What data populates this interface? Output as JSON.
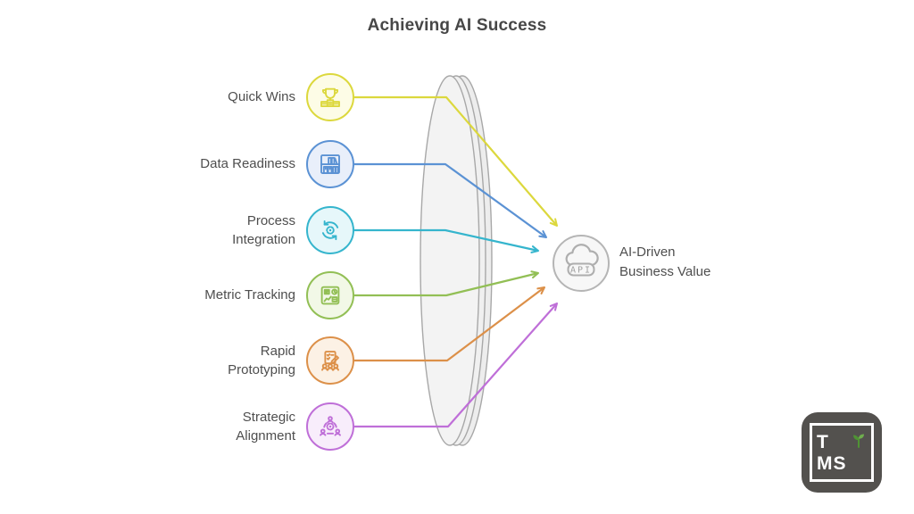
{
  "title": "Achieving AI Success",
  "items": [
    {
      "label": "Quick Wins",
      "color": "#dcd83d",
      "fill": "#fdfce6",
      "icon": "trophy-icon"
    },
    {
      "label": "Data Readiness",
      "color": "#5b92d4",
      "fill": "#e9effa",
      "icon": "bookshelf-icon"
    },
    {
      "label": "Process\nIntegration",
      "color": "#35b5cd",
      "fill": "#e6f7fa",
      "icon": "process-sync-icon"
    },
    {
      "label": "Metric Tracking",
      "color": "#92bf55",
      "fill": "#f2f8e7",
      "icon": "dashboard-icon"
    },
    {
      "label": "Rapid\nPrototyping",
      "color": "#dc9049",
      "fill": "#fcf1e5",
      "icon": "prototype-icon"
    },
    {
      "label": "Strategic\nAlignment",
      "color": "#bf6fd8",
      "fill": "#f8edfb",
      "icon": "team-gear-icon"
    }
  ],
  "target": {
    "label": "AI-Driven\nBusiness Value",
    "icon_label": "API",
    "circle_color": "#b5b5b5",
    "icon_color": "#aeaeae",
    "text_color": "#9f9f9f"
  },
  "lens": {
    "stroke": "#a8a8a8",
    "fill_back": "#ededed",
    "fill_mid": "#f0f0f0",
    "fill_front": "#f3f3f3"
  },
  "watermark": {
    "line1": "T",
    "line2": "MS",
    "bg_color": "#53514e",
    "sprout_dark": "#4f9334",
    "sprout_light": "#6fae4e"
  }
}
